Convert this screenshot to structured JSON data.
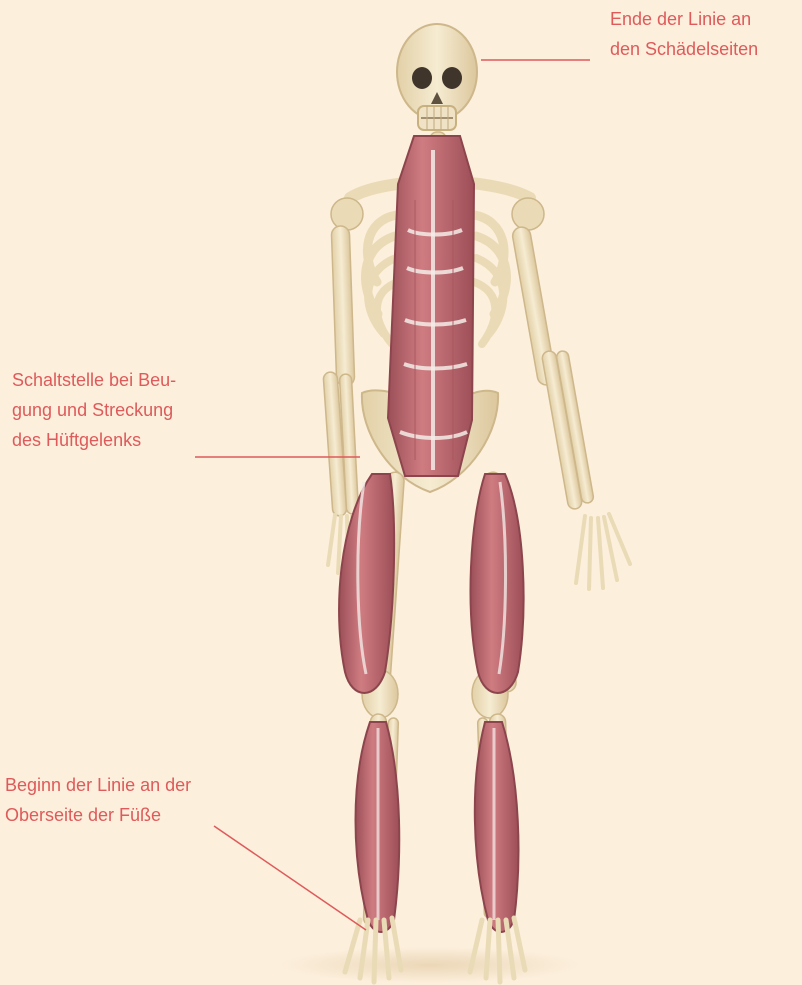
{
  "labels": {
    "top": {
      "line1": "Ende der Linie an",
      "line2": "den Schädelseiten"
    },
    "middle": {
      "line1": "Schaltstelle bei Beu-",
      "line2": "gung und Streckung",
      "line3": "des Hüftgelenks"
    },
    "bottom": {
      "line1": "Beginn der Linie an der",
      "line2": "Oberseite der Füße"
    }
  },
  "colors": {
    "background": "#fcefdc",
    "label": "#de5a5b",
    "bone": "#eadbb6",
    "muscle": "#b85f66",
    "fascia": "#f4ece8"
  }
}
